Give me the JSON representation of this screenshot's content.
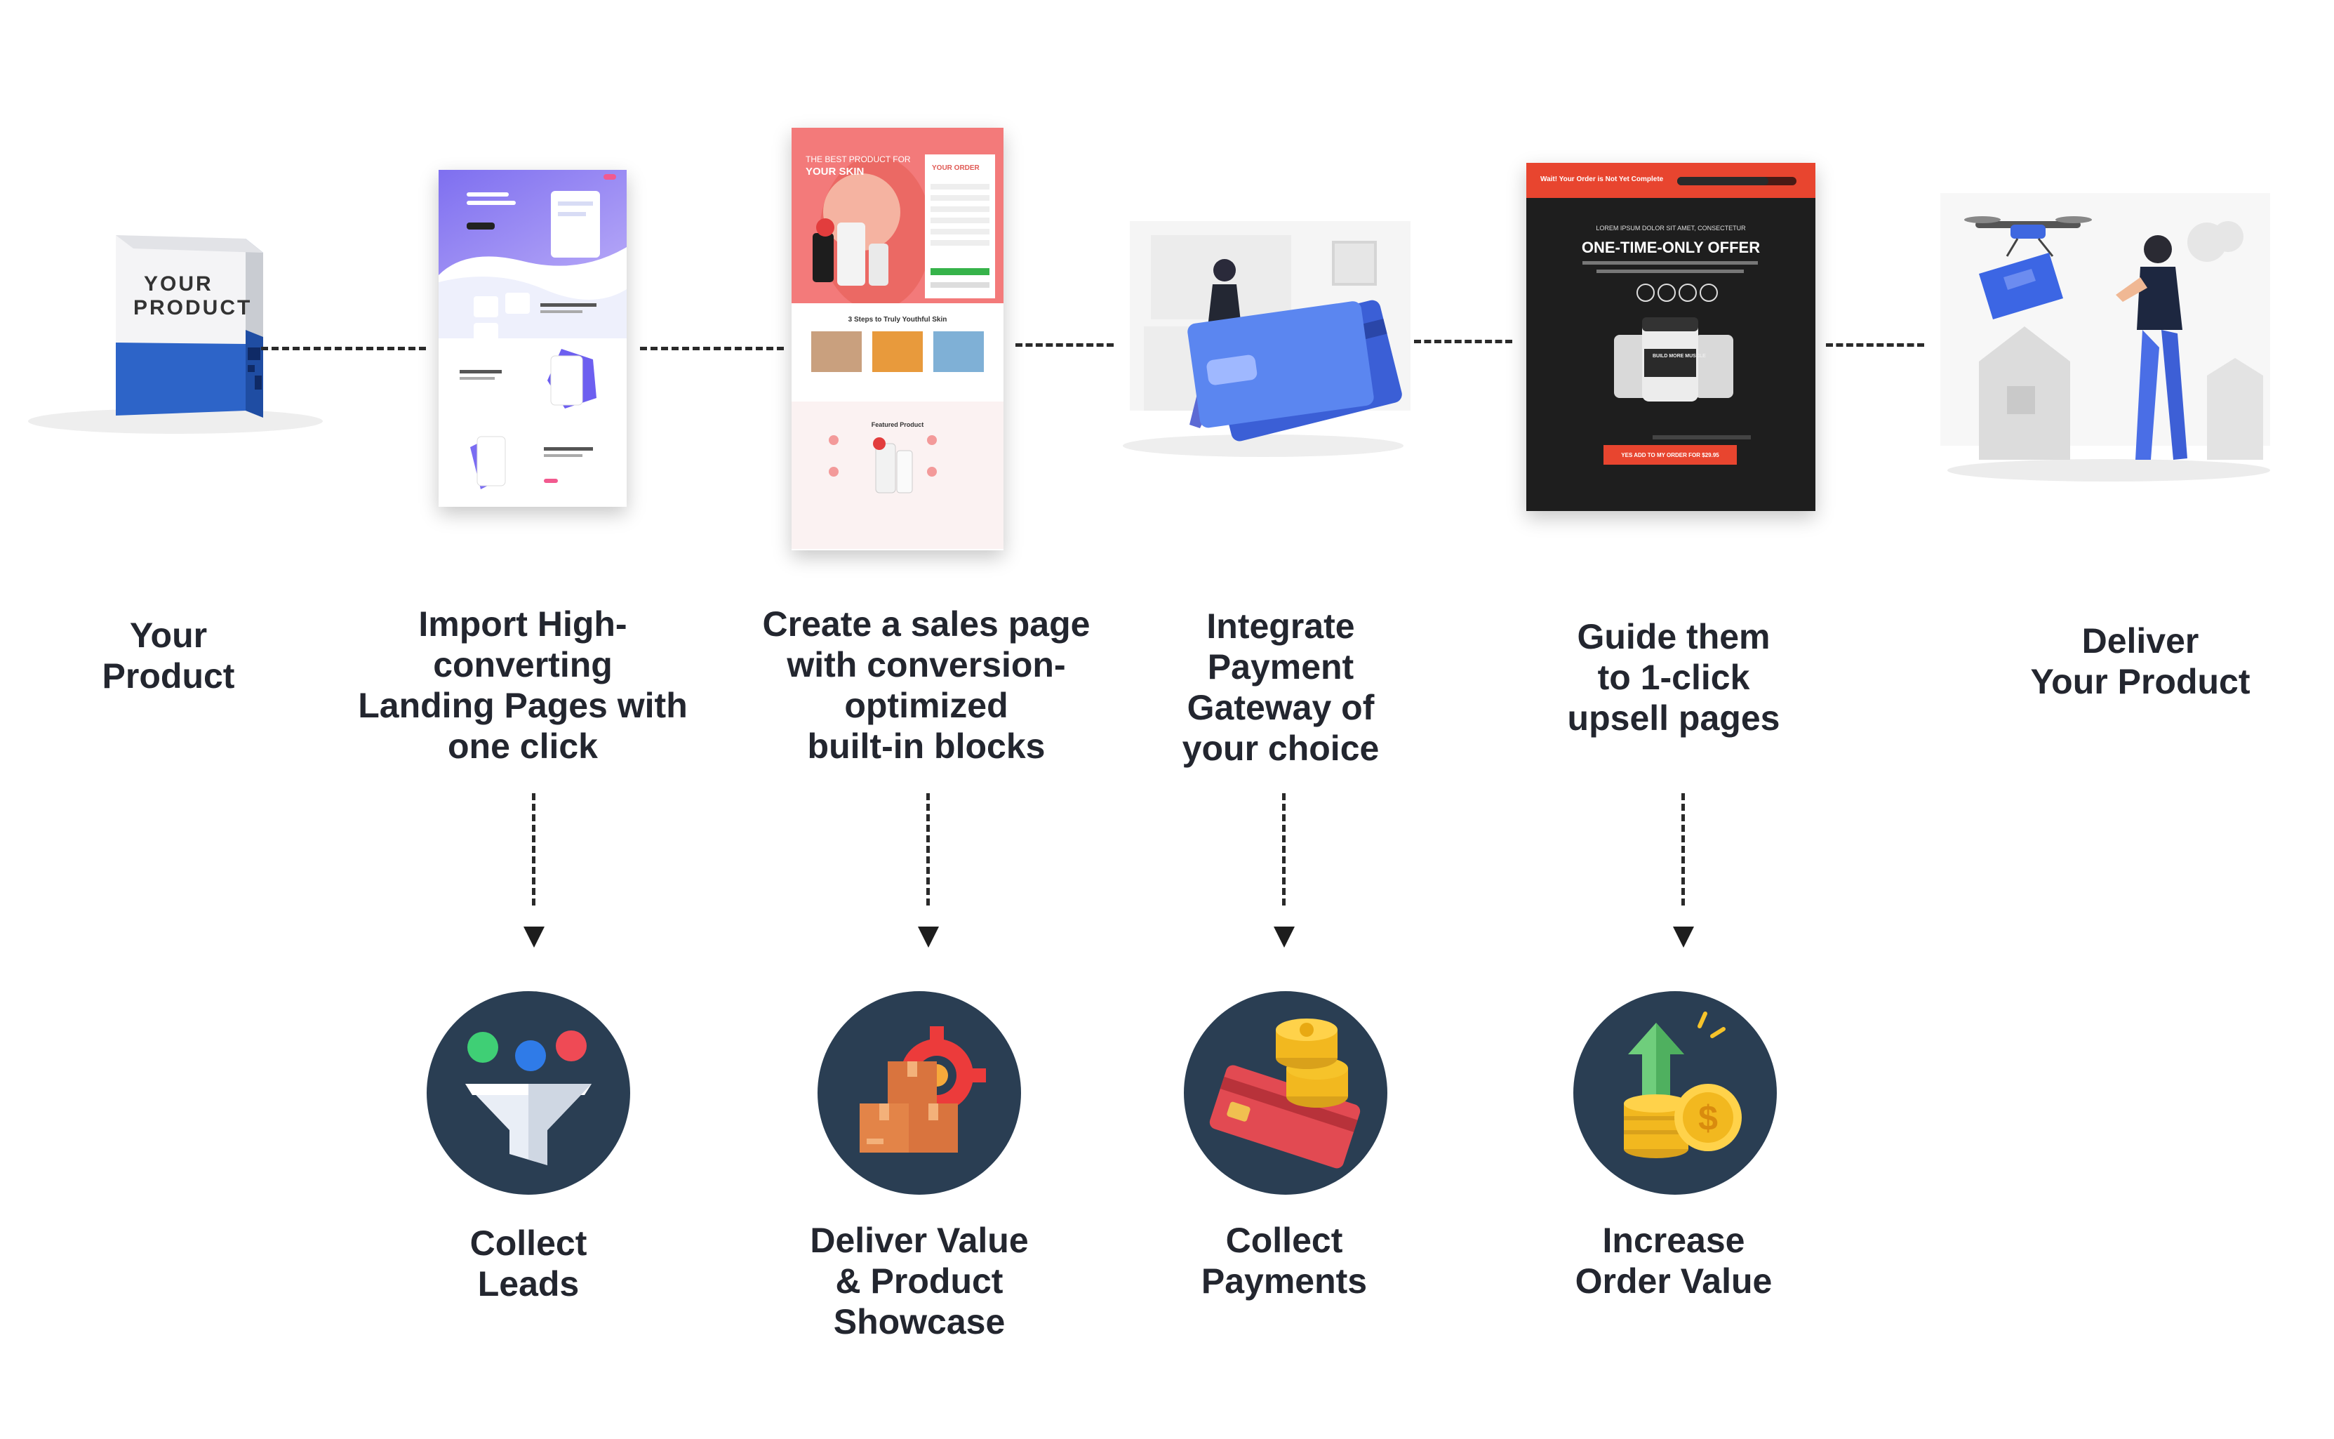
{
  "top_steps": [
    {
      "label": "Your\nProduct",
      "icon": "product-box-icon"
    },
    {
      "label": "Import High-\nconverting\nLanding Pages with\none click",
      "icon": "landing-page-thumbnail"
    },
    {
      "label": "Create a sales page\nwith conversion-\noptimized\nbuilt-in blocks",
      "icon": "sales-page-thumbnail"
    },
    {
      "label": "Integrate\nPayment\nGateway of\nyour choice",
      "icon": "payment-card-illustration"
    },
    {
      "label": "Guide them\nto 1-click\nupsell pages",
      "icon": "upsell-page-thumbnail"
    },
    {
      "label": "Deliver\nYour Product",
      "icon": "drone-delivery-illustration"
    }
  ],
  "bottom_outcomes": [
    {
      "label": "Collect\nLeads",
      "icon": "funnel-icon"
    },
    {
      "label": "Deliver Value\n& Product\nShowcase",
      "icon": "gear-boxes-icon"
    },
    {
      "label": "Collect\nPayments",
      "icon": "card-coins-icon"
    },
    {
      "label": "Increase\nOrder Value",
      "icon": "coins-arrow-icon"
    }
  ],
  "product_box": {
    "line1": "YOUR",
    "line2": "PRODUCT"
  },
  "sales_page": {
    "hero_line1": "THE BEST PRODUCT FOR",
    "hero_line2": "YOUR SKIN",
    "form_title": "YOUR ORDER",
    "section_title": "3 Steps to Truly Youthful Skin",
    "featured": "Featured Product"
  },
  "upsell_page": {
    "banner": "Wait! Your Order is Not Yet Complete",
    "kicker": "LOREM IPSUM DOLOR SIT AMET, CONSECTETUR",
    "headline": "ONE-TIME-ONLY OFFER",
    "cta": "YES ADD TO MY ORDER FOR $29.95",
    "product_label": "BUILD MORE MUSCLE"
  },
  "colors": {
    "circle_bg": "#2a3e53",
    "card_blue": "#4a78e8",
    "upsell_bg": "#1e1e1e",
    "upsell_banner": "#e8452f",
    "sales_pink": "#f37a7a",
    "landing_purple": "#8d7cf0",
    "coin_gold": "#f6c32a",
    "arrow_green": "#6fce7c"
  }
}
